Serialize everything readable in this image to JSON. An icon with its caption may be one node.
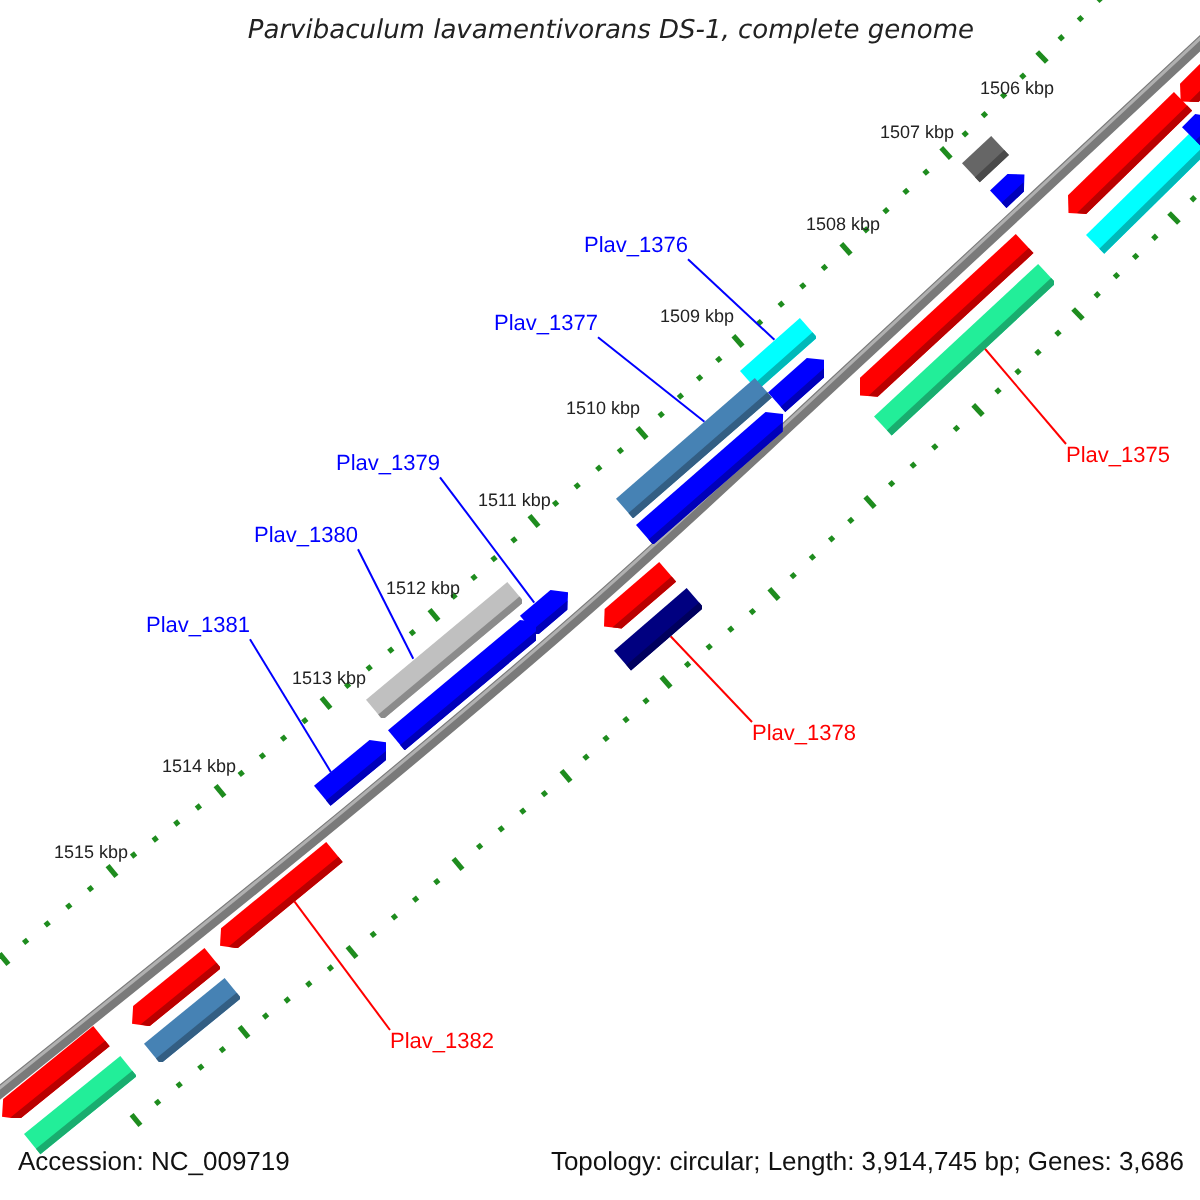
{
  "diagram": {
    "title": "Parvibaculum lavamentivorans DS-1, complete genome",
    "nodes": [
      {
        "text": [
          "Plav_1376"
        ]
      },
      {
        "text": [],
        "shape": "bar"
      },
      {
        "text": [
          "Plav_1377"
        ]
      },
      {
        "text": [],
        "shape": "bar"
      },
      {
        "text": [
          "Plav_1379"
        ]
      },
      {
        "text": [],
        "shape": "bar"
      },
      {
        "text": [
          "Plav_1380"
        ]
      },
      {
        "text": [],
        "shape": "bar"
      },
      {
        "text": [
          "Plav_1381"
        ]
      },
      {
        "text": [],
        "shape": "bar"
      },
      {
        "text": [
          "Plav_1375"
        ]
      },
      {
        "text": [],
        "shape": "bar"
      },
      {
        "text": [
          "Plav_1378"
        ]
      },
      {
        "text": [],
        "shape": "bar"
      },
      {
        "text": [
          "Plav_1382"
        ]
      },
      {
        "text": [],
        "shape": "bar"
      },
      {
        "text": [],
        "shape": "bar"
      },
      {
        "text": [],
        "shape": "bar"
      },
      {
        "text": [],
        "shape": "bar"
      },
      {
        "text": [],
        "shape": "bar"
      },
      {
        "text": [],
        "shape": "bar"
      },
      {
        "text": [],
        "shape": "bar"
      },
      {
        "text": [],
        "shape": "bar"
      },
      {
        "text": [],
        "shape": "bar"
      },
      {
        "text": [],
        "shape": "bar"
      },
      {
        "text": [],
        "shape": "bar"
      },
      {
        "text": [],
        "shape": "bar"
      },
      {
        "text": [],
        "shape": "bar"
      },
      {
        "text": [],
        "shape": "bar"
      },
      {
        "text": [],
        "shape": "bar"
      },
      {
        "text": [],
        "shape": "bar"
      }
    ],
    "edges": [
      {
        "from": 0,
        "to": 1,
        "arrow": "none"
      },
      {
        "from": 2,
        "to": 3,
        "arrow": "none"
      },
      {
        "from": 4,
        "to": 5,
        "arrow": "none"
      },
      {
        "from": 6,
        "to": 7,
        "arrow": "none"
      },
      {
        "from": 8,
        "to": 9,
        "arrow": "none"
      },
      {
        "from": 10,
        "to": 11,
        "arrow": "none",
        "color": "#ff0000"
      },
      {
        "from": 12,
        "to": 13,
        "arrow": "none",
        "color": "#ff0000"
      },
      {
        "from": 14,
        "to": 15,
        "arrow": "none",
        "color": "#ff0000"
      }
    ],
    "labels": [
      "1506 kbp",
      "1507 kbp",
      "1508 kbp",
      "1509 kbp",
      "1510 kbp",
      "1511 kbp",
      "1512 kbp",
      "1513 kbp",
      "1514 kbp",
      "1515 kbp",
      "Accession: NC_009719",
      "Topology: circular; Length: 3,914,745 bp; Genes: 3,686"
    ]
  }
}
